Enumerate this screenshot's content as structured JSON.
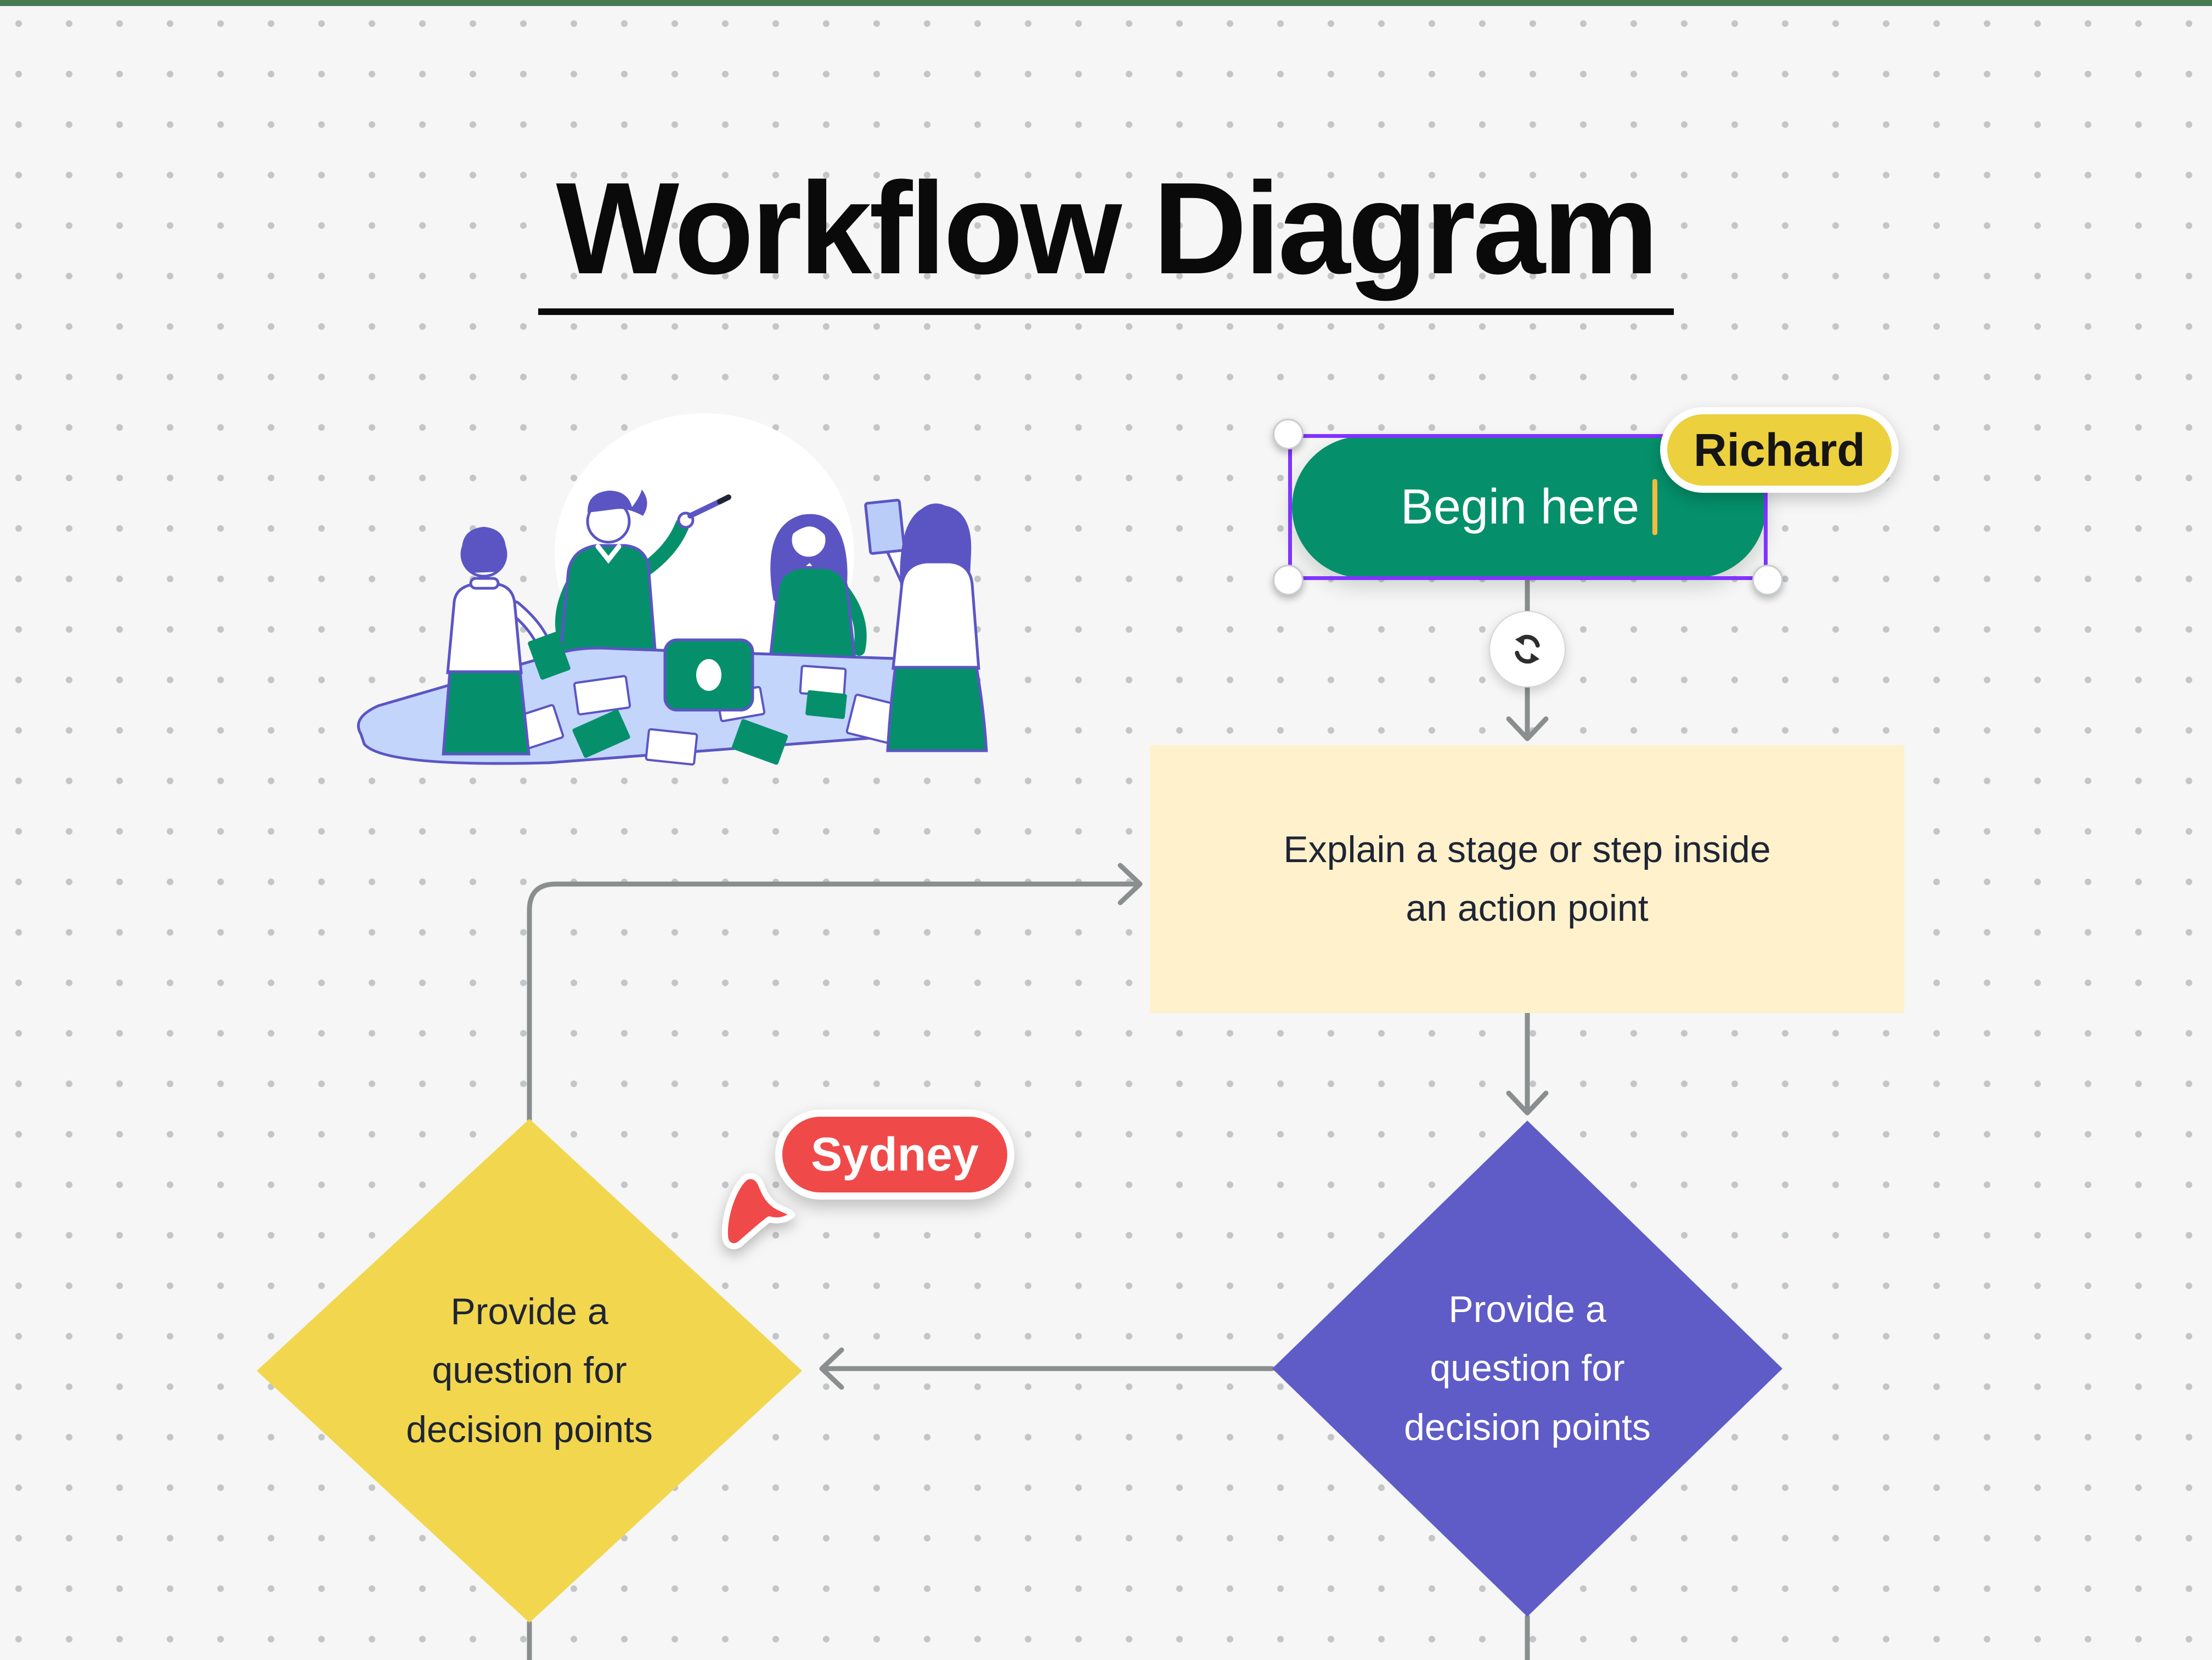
{
  "app": {
    "title": "Workflow Diagram"
  },
  "canvas": {
    "background_color": "#f5f6f5",
    "dot_grid_color": "#c2c6c8",
    "top_bar_color": "#4a7a52"
  },
  "nodes": {
    "start": {
      "label": "Begin here",
      "shape": "rounded-pill",
      "fill": "#05906b",
      "text_color": "#ffffff",
      "editing_caret_color": "#f2bc40"
    },
    "action": {
      "label": "Explain a stage or step inside an action point",
      "shape": "rectangle",
      "fill": "#fef1cb",
      "text_color": "#1f2535"
    },
    "decision_right": {
      "label": "Provide a question for decision points",
      "shape": "diamond",
      "fill": "#5f5cc7",
      "text_color": "#ffffff"
    },
    "decision_left": {
      "label": "Provide a question for decision points",
      "shape": "diamond",
      "fill": "#f2d74e",
      "text_color": "#1f2535"
    }
  },
  "collaborators": [
    {
      "name": "Richard",
      "badge_color": "#ecd03e",
      "text_color": "#151515"
    },
    {
      "name": "Sydney",
      "badge_color": "#ef4a49",
      "text_color": "#ffffff"
    }
  ],
  "selection": {
    "outline_color": "#8133ff",
    "handle_color": "#ffffff"
  },
  "connectors": {
    "color": "#8a8e8e"
  },
  "icons": {
    "sync": "sync-icon",
    "sydney_pointer": "collaborator-cursor-icon",
    "illustration": "team-collaboration-illustration"
  }
}
